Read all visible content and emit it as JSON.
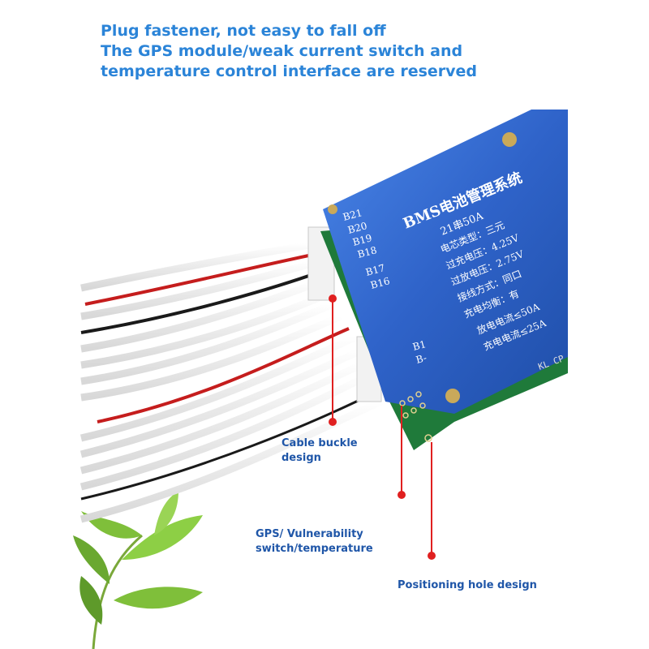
{
  "headline": {
    "line1": "Plug fastener, not easy to fall off",
    "line2": "The GPS module/weak current switch and",
    "line3": "temperature control interface are reserved"
  },
  "board": {
    "title": "BMS电池管理系统",
    "subtitle": "21串50A",
    "specs": [
      "电芯类型：三元",
      "过充电压：4.25V",
      "过放电压：2.75V",
      "接线方式：同口",
      "充电均衡：有",
      "放电电流≤50A",
      "充电电流≤25A"
    ],
    "pins_top": [
      "B21",
      "B20",
      "B19",
      "B18"
    ],
    "pins_mid": [
      "B17",
      "B16"
    ],
    "pins_bottom": [
      "B1",
      "B-"
    ],
    "edge_text": "KL CP"
  },
  "callouts": {
    "cable_buckle": [
      "Cable buckle",
      "design"
    ],
    "gps": [
      "GPS/ Vulnerability",
      "switch/temperature"
    ],
    "positioning": "Positioning hole design"
  },
  "colors": {
    "headline": "#2b84d8",
    "callout": "#1f56a8",
    "board": "#2f63c9",
    "pointer": "#e02020",
    "pcb": "#1f7a3a"
  }
}
